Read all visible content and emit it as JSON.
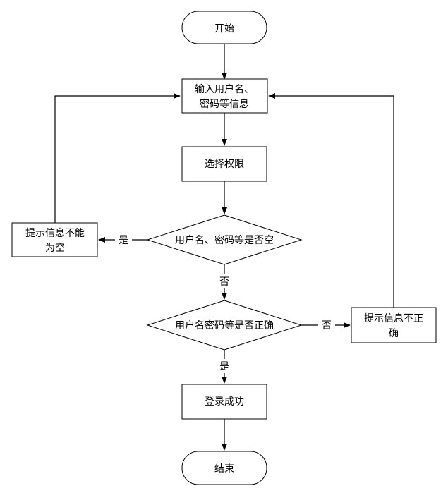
{
  "nodes": {
    "start": {
      "label": "开始"
    },
    "input": {
      "line1": "输入用户名、",
      "line2": "密码等信息"
    },
    "choose": {
      "label": "选择权限"
    },
    "empty_check": {
      "label": "用户名、密码等是否空"
    },
    "empty_tip": {
      "line1": "提示信息不能",
      "line2": "为空"
    },
    "correct_check": {
      "label": "用户名密码等是否正确"
    },
    "wrong_tip": {
      "line1": "提示信息不正",
      "line2": "确"
    },
    "success": {
      "label": "登录成功"
    },
    "end": {
      "label": "结束"
    }
  },
  "edges": {
    "empty_yes": "是",
    "empty_no": "否",
    "correct_no": "否",
    "correct_yes": "是"
  },
  "colors": {
    "stroke": "#000000",
    "fill": "#ffffff",
    "text": "#000000"
  }
}
